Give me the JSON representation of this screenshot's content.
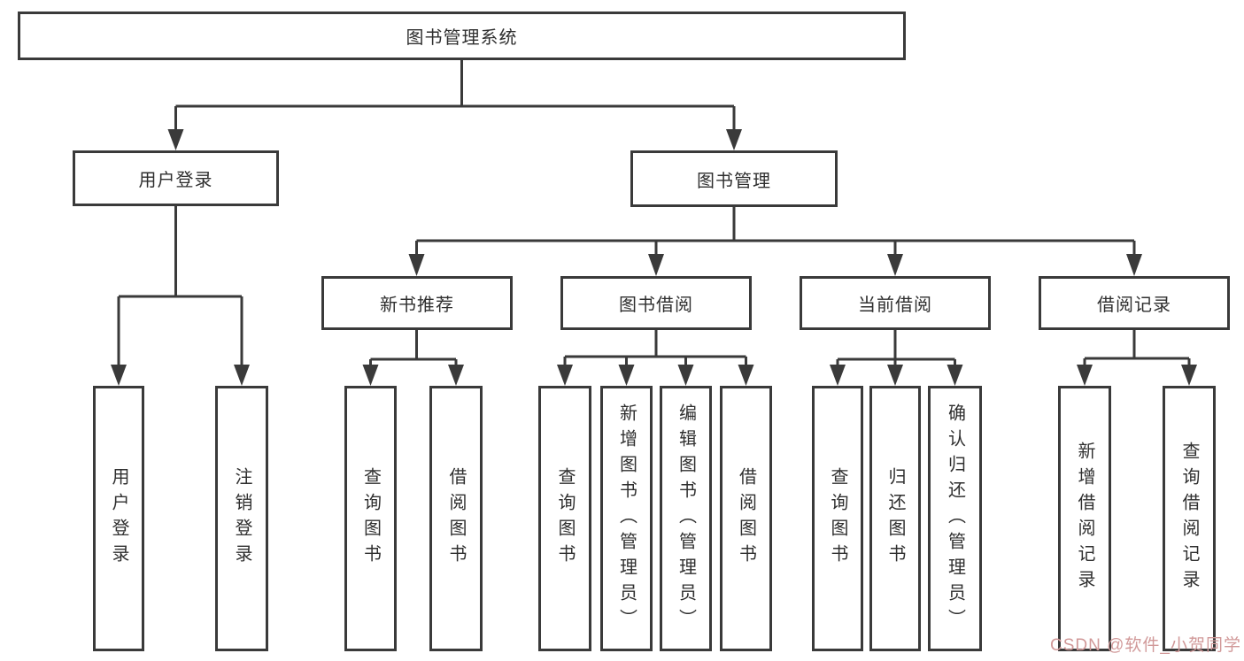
{
  "tree": {
    "root": {
      "label": "图书管理系统"
    },
    "children": [
      {
        "label": "用户登录",
        "children": [
          {
            "label": "用户登录"
          },
          {
            "label": "注销登录"
          }
        ]
      },
      {
        "label": "图书管理",
        "children": [
          {
            "label": "新书推荐",
            "children": [
              {
                "label": "查询图书"
              },
              {
                "label": "借阅图书"
              }
            ]
          },
          {
            "label": "图书借阅",
            "children": [
              {
                "label": "查询图书"
              },
              {
                "label": "新增图书（管理员）"
              },
              {
                "label": "编辑图书（管理员）"
              },
              {
                "label": "借阅图书"
              }
            ]
          },
          {
            "label": "当前借阅",
            "children": [
              {
                "label": "查询图书"
              },
              {
                "label": "归还图书"
              },
              {
                "label": "确认归还（管理员）"
              }
            ]
          },
          {
            "label": "借阅记录",
            "children": [
              {
                "label": "新增借阅记录"
              },
              {
                "label": "查询借阅记录"
              }
            ]
          }
        ]
      }
    ]
  },
  "watermark": {
    "text": "CSDN @软件_小贺同学",
    "color": "#d19999"
  },
  "style": {
    "line_color": "#3a3a3a",
    "box_border_color": "#3a3a3a",
    "text_color": "#2f2f2f",
    "background": "#ffffff"
  }
}
